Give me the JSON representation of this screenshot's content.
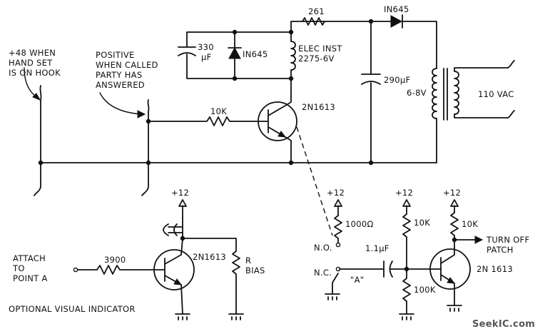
{
  "labels": {
    "hook_note": [
      "+48 WHEN",
      "HAND SET",
      "IS ON HOOK"
    ],
    "answer_note": [
      "POSITIVE",
      "WHEN CALLED",
      "PARTY HAS",
      "ANSWERED"
    ],
    "cap_330": [
      "330",
      "µF"
    ],
    "diode_top_left": "IN645",
    "res_261": "261",
    "diode_top_right": "IN645",
    "relay_coil": [
      "ELEC INST",
      "2275-6V"
    ],
    "cap_290": "290µF",
    "transformer_secondary": "6-8V",
    "mains": "110 VAC",
    "res_10k_top": "10K",
    "q_top": "2N1613",
    "supply_left": "+12",
    "supply_mid": "+12",
    "supply_right1": "+12",
    "supply_right2": "+12",
    "res_1000": "1000Ω",
    "res_10k_a": "10K",
    "res_10k_b": "10K",
    "res_100k": "100K",
    "contact_no": "N.O.",
    "contact_nc": "N.C.",
    "point_a": "\"A\"",
    "cap_1_1": "1.1µF",
    "q_bottom_right": "2N 1613",
    "turn_off": [
      "TURN OFF",
      "PATCH"
    ],
    "attach_note": [
      "ATTACH",
      "TO",
      "POINT A"
    ],
    "res_3900": "3900",
    "q_bottom_left": "2N1613",
    "r_bias": [
      "R",
      "BIAS"
    ],
    "caption": "OPTIONAL VISUAL INDICATOR",
    "watermark": "SeekIC.com"
  },
  "icons": [
    "transistor-npn-icon",
    "diode-icon",
    "capacitor-icon",
    "resistor-icon",
    "transformer-icon",
    "ground-icon",
    "lamp-icon"
  ]
}
